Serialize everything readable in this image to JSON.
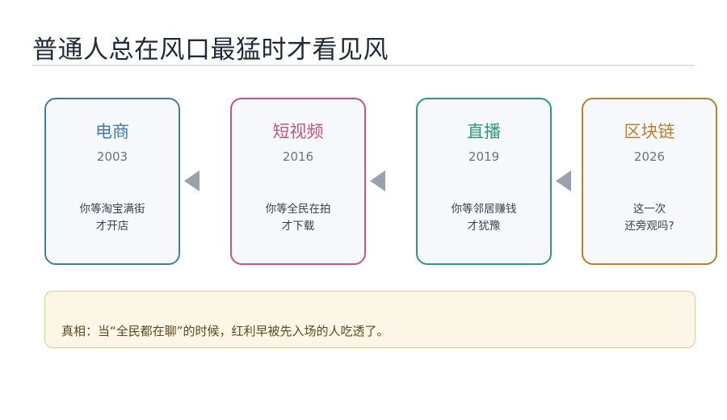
{
  "title": "普通人总在风口最猛时才看见风",
  "cards": [
    {
      "name": "电商",
      "year": "2003",
      "note": [
        "你等淘宝满街",
        "才开店"
      ],
      "color": "#3f7cb0"
    },
    {
      "name": "短视频",
      "year": "2016",
      "note": [
        "你等全民在拍",
        "才下载"
      ],
      "color": "#c9547d"
    },
    {
      "name": "直播",
      "year": "2019",
      "note": [
        "你等邻居赚钱",
        "才犹豫"
      ],
      "color": "#2a9d78"
    },
    {
      "name": "区块链",
      "year": "2026",
      "note": [
        "这一次",
        "还旁观吗?"
      ],
      "color": "#b8822a"
    }
  ],
  "truth": "真相：当“全民都在聊”的时候，红利早被先入场的人吃透了。"
}
